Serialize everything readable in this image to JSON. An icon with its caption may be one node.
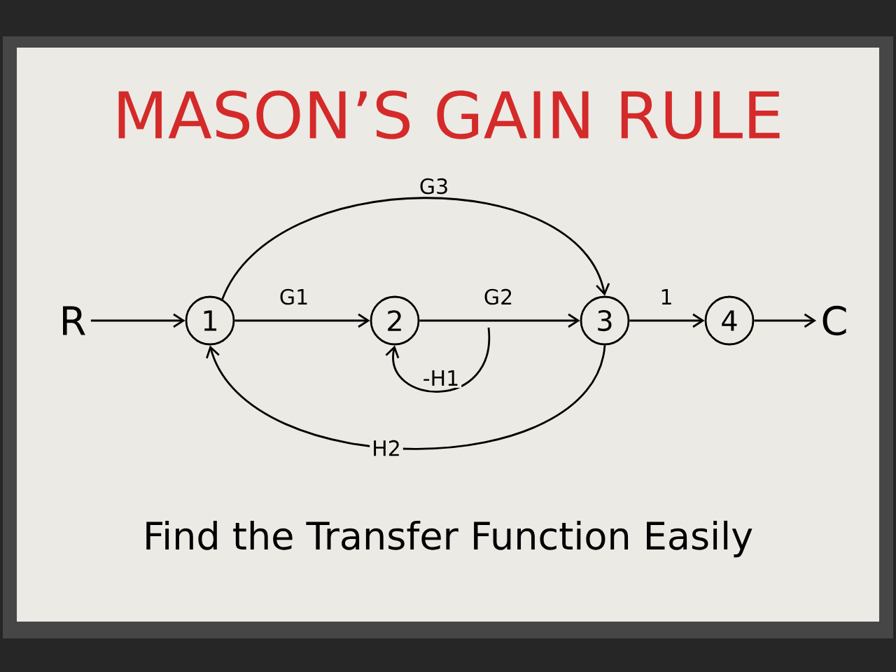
{
  "diagram": {
    "title": "MASON’S GAIN RULE",
    "caption": "Find the Transfer Function Easily",
    "nodes": [
      {
        "text": [
          "R"
        ]
      },
      {
        "text": [
          "1"
        ]
      },
      {
        "text": [
          "2"
        ]
      },
      {
        "text": [
          "3"
        ]
      },
      {
        "text": [
          "4"
        ]
      },
      {
        "text": [
          "C"
        ]
      }
    ],
    "edges": [
      {
        "from": 0,
        "to": 1,
        "arrow": "to"
      },
      {
        "from": 1,
        "to": 2,
        "arrow": "to",
        "label": "G1"
      },
      {
        "from": 2,
        "to": 3,
        "arrow": "to",
        "label": "G2"
      },
      {
        "from": 3,
        "to": 4,
        "arrow": "to",
        "label": "1"
      },
      {
        "from": 4,
        "to": 5,
        "arrow": "to"
      },
      {
        "from": 1,
        "to": 3,
        "arrow": "to",
        "label": "G3"
      },
      {
        "from": 3,
        "to": 1,
        "arrow": "to",
        "label": "H2"
      },
      {
        "from": null,
        "to": 2,
        "arrow": "to",
        "label": "-H1"
      }
    ]
  }
}
